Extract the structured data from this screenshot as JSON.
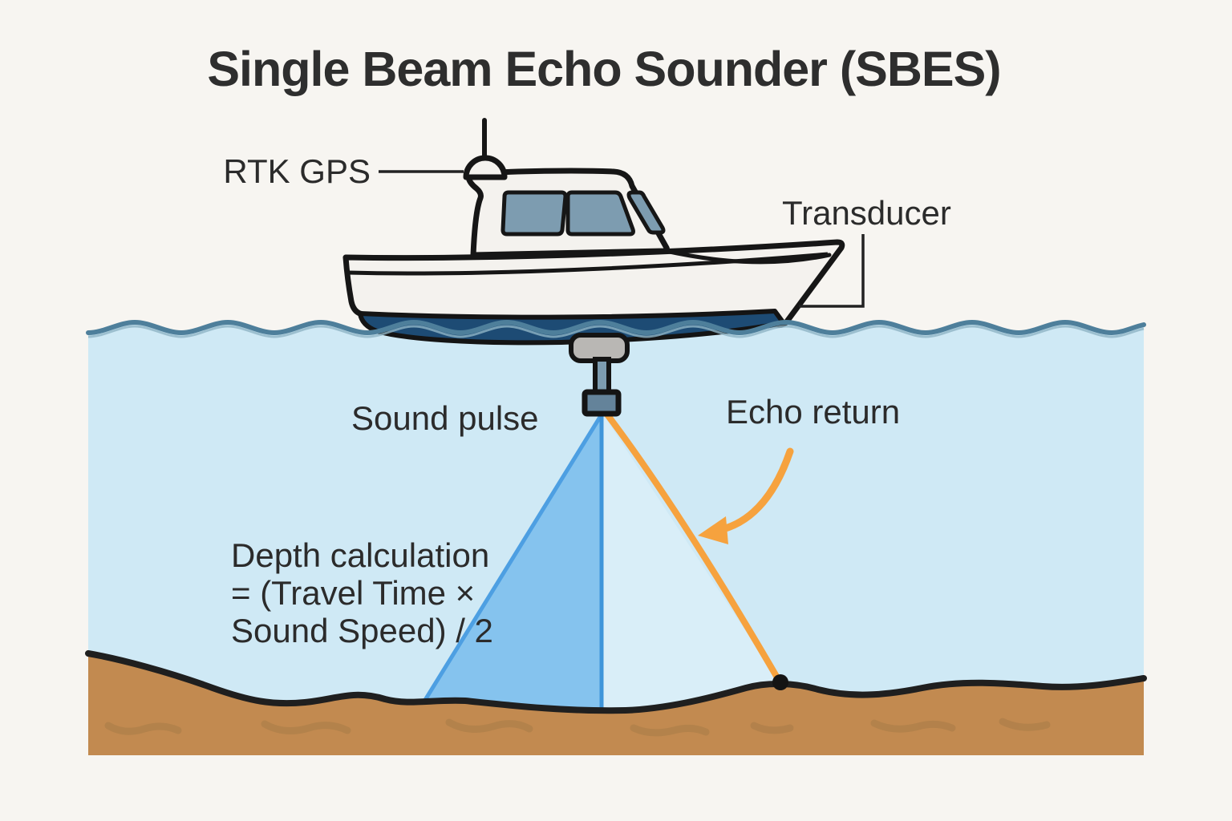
{
  "diagram": {
    "title": "Single Beam Echo Sounder (SBES)",
    "labels": {
      "gps": "RTK GPS",
      "transducer": "Transducer",
      "sound_pulse": "Sound pulse",
      "echo_return": "Echo return"
    },
    "formula": {
      "line1": "Depth calculation",
      "line2": "= (Travel Time ×",
      "line3": "Sound Speed) / 2"
    },
    "colors": {
      "background": "#f7f5f1",
      "text": "#2b2b2b",
      "water": "#cfe9f5",
      "waterline": "#4e7f9b",
      "waterline_light": "#8fb4c6",
      "seabed": "#c28a50",
      "seabed_ripple": "#a87b47",
      "outline": "#161616",
      "beam": "#85c3ee",
      "beam_edge": "#4d9fe2",
      "depth_line": "#3e95da",
      "echo_wedge": "#dbeef8",
      "echo_orange": "#f6a23e",
      "hull": "#f4f2ee",
      "hull_bottom": "#1d4b74",
      "window": "#7d9cb0",
      "mount_gray": "#b9b7b4",
      "transducer_head": "#64839a"
    }
  }
}
